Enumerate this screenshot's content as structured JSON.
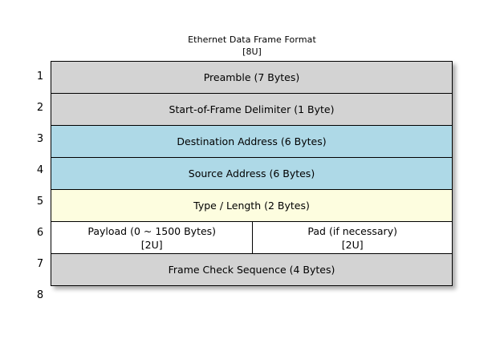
{
  "title": {
    "line1": "Ethernet Data Frame Format",
    "line2": "[8U]"
  },
  "colors": {
    "header_gray": "#d3d3d3",
    "address_blue": "#aed9e7",
    "type_yellow": "#fdfddf",
    "payload_white": "#ffffff",
    "border": "#000000",
    "text": "#000000"
  },
  "row_numbers": [
    "1",
    "2",
    "3",
    "4",
    "5",
    "6",
    "7",
    "8"
  ],
  "frame_rows": [
    {
      "number": "1",
      "label": "Preamble (7 Bytes)",
      "fill": "gray"
    },
    {
      "number": "2",
      "label": "Start-of-Frame Delimiter (1 Byte)",
      "fill": "gray"
    },
    {
      "number": "3",
      "label": "Destination Address (6 Bytes)",
      "fill": "blue"
    },
    {
      "number": "4",
      "label": "Source Address (6 Bytes)",
      "fill": "blue"
    },
    {
      "number": "5",
      "label": "Type / Length (2 Bytes)",
      "fill": "yellow"
    },
    {
      "number": "6-7",
      "fill": "white",
      "split": true,
      "left": {
        "label": "Payload (0 ~ 1500 Bytes)",
        "tag": "[2U]"
      },
      "right": {
        "label": "Pad (if necessary)",
        "tag": "[2U]"
      }
    },
    {
      "number": "8",
      "label": "Frame Check Sequence (4 Bytes)",
      "fill": "gray"
    }
  ]
}
